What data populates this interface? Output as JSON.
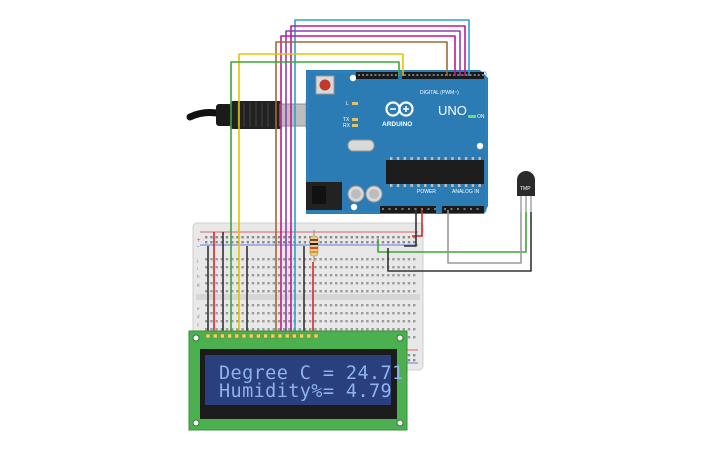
{
  "arduino": {
    "brand": "ARDUINO",
    "model": "UNO",
    "label_digital": "DIGITAL (PWM~)",
    "label_power": "POWER",
    "label_analog": "ANALOG IN",
    "label_on": "ON",
    "label_l": "L",
    "label_tx": "TX",
    "label_rx": "RX"
  },
  "sensor": {
    "label": "TMP"
  },
  "lcd": {
    "line1": "Degree C = 24.71",
    "line2": "Humidity%= 4.79"
  },
  "colors": {
    "arduino_board": "#2b7bb5",
    "breadboard": "#e9e9e9",
    "lcd_pcb": "#4caf50",
    "lcd_screen": "#2a3f7d",
    "lcd_text": "#8fb2ef",
    "wire_yellow": "#e6c300",
    "wire_green": "#3fa535",
    "wire_brown": "#9c6b30",
    "wire_magenta": "#c2188f",
    "wire_purple": "#8e3fb5",
    "wire_blue": "#2a9fd6",
    "wire_red": "#d8262b",
    "wire_black": "#333333",
    "wire_gray": "#9a9a9a"
  }
}
